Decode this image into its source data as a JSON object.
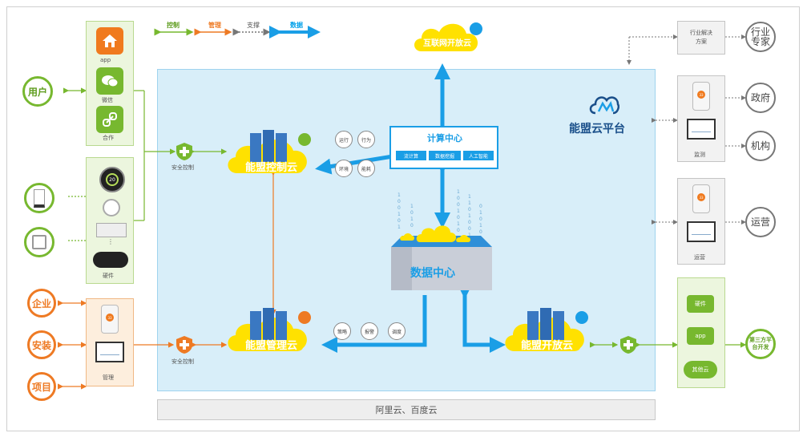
{
  "legend": {
    "control": "控制",
    "manage": "管理",
    "support": "支撑",
    "data": "数据"
  },
  "colors": {
    "green": "#77b82f",
    "orange": "#ee7a24",
    "blue": "#00a0e9",
    "gray": "#888888",
    "yellow": "#ffe100"
  },
  "left_users": {
    "user": "用户",
    "enterprise": "企业",
    "install": "安装",
    "project": "项目"
  },
  "app_box": {
    "app": "app",
    "wechat": "微信",
    "partner": "合作"
  },
  "hardware_box": {
    "thermostat_value": "20",
    "ellipsis": "⋮",
    "label": "硬件"
  },
  "manage_box": {
    "phone_value": "33",
    "label": "管理"
  },
  "security": {
    "top": "安全控制",
    "bottom": "安全控制"
  },
  "clouds": {
    "internet": "互联网开放云",
    "control": "能盟控制云",
    "manage": "能盟管理云",
    "open": "能盟开放云"
  },
  "platform": {
    "title": "能盟云平台"
  },
  "compute": {
    "title": "计算中心",
    "tags": [
      "流计算",
      "数据挖掘",
      "人工智能"
    ]
  },
  "data_center": {
    "title": "数据中心",
    "binary": [
      "1 0 0 1 0 1",
      "1 0 1 0",
      "1 0 0 1 0 1 0",
      "1 1 0 1 0 0 1",
      "0 1 0 1 0"
    ]
  },
  "control_tags": [
    "运行",
    "行为",
    "环境",
    "能耗"
  ],
  "manage_tags": [
    "策略",
    "报警",
    "调度"
  ],
  "right": {
    "industry_box": "行业解决方案",
    "industry_expert": "行业专家",
    "gov": "政府",
    "org": "机构",
    "monitor_label": "监测",
    "ops": "运营",
    "ops_label": "运营",
    "phone_value": "33",
    "hw": "硬件",
    "app": "app",
    "other": "其他云",
    "third_party": "第三方平台开发"
  },
  "footer": "阿里云、百度云"
}
